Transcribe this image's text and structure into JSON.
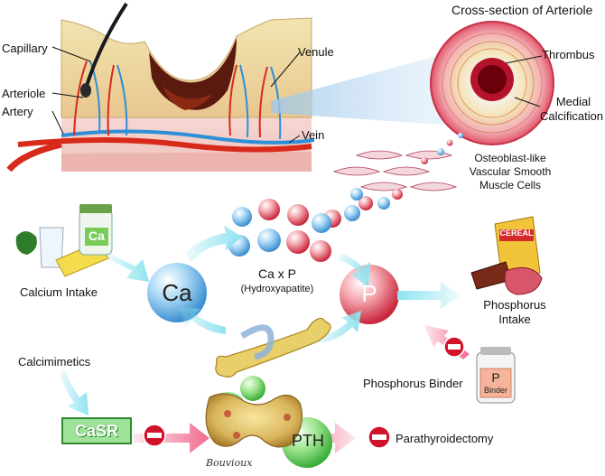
{
  "labels": {
    "cross_section_title": "Cross-section of Arteriole",
    "thrombus": "Thrombus",
    "medial_calcification_line1": "Medial",
    "medial_calcification_line2": "Calcification",
    "capillary": "Capillary",
    "arteriole": "Arteriole",
    "artery": "Artery",
    "venule": "Venule",
    "vein": "Vein",
    "osteoblast_line1": "Osteoblast-like",
    "osteoblast_line2": "Vascular Smooth",
    "osteoblast_line3": "Muscle Cells",
    "calcium_intake": "Calcium Intake",
    "ca_bottle": "Ca",
    "ca_circle": "Ca",
    "caxp": "Ca x P",
    "hydroxyapatite": "(Hydroxyapatite)",
    "p_circle": "P",
    "cereal": "CEREAL",
    "phosphorus_intake_line1": "Phosphorus",
    "phosphorus_intake_line2": "Intake",
    "binder_p": "P",
    "binder_text": "Binder",
    "phosphorus_binder": "Phosphorus Binder",
    "calcimimetics": "Calcimimetics",
    "casr": "CaSR",
    "pth": "PTH",
    "parathyroidectomy": "Parathyroidectomy",
    "signature": "Bouvioux"
  },
  "colors": {
    "ca_sphere": "#6fb6e8",
    "p_sphere": "#e04a5a",
    "arrow_cyan": "#8fe3ef",
    "arrow_pink": "#f06b8e",
    "inhibit_red": "#d0122a",
    "pth_green": "#6cd36a",
    "artery_red": "#d82a1a",
    "vein_blue": "#2c8fd8"
  }
}
